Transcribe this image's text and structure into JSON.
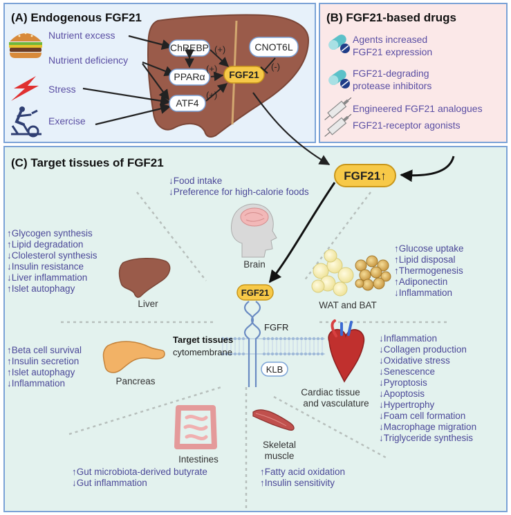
{
  "panelA": {
    "title": "(A) Endogenous FGF21",
    "inputs": [
      "Nutrient excess",
      "Nutrient deficiency",
      "Stress",
      "Exercise"
    ],
    "nodes": {
      "chrebp": "ChREBP",
      "ppar": "PPARα",
      "atf4": "ATF4",
      "fgf21": "FGF21",
      "cnot6l": "CNOT6L"
    },
    "signs": {
      "plus": "(+)",
      "minus": "(-)"
    }
  },
  "panelB": {
    "title": "(B) FGF21-based drugs",
    "items": [
      {
        "line1": "Agents increased",
        "line2": "FGF21 expression"
      },
      {
        "line1": "FGF21-degrading",
        "line2": "protease inhibitors"
      },
      {
        "line1": "Engineered FGF21 analogues",
        "line2": ""
      },
      {
        "line1": "FGF21-receptor agonists",
        "line2": ""
      }
    ]
  },
  "panelC": {
    "title": "(C) Target tissues of FGF21",
    "fgf21_up": "FGF21↑",
    "fgf21_receptor_ligand": "FGF21",
    "fgfr": "FGFR",
    "klb": "KLB",
    "membrane": {
      "line1": "Target tissues",
      "line2": "cytomembrane"
    },
    "brain": {
      "label": "Brain",
      "effects": [
        "↓Food intake",
        "↓Preference for high-calorie foods"
      ]
    },
    "liver": {
      "label": "Liver",
      "effects": [
        "↑Glycogen synthesis",
        "↑Lipid degradation",
        "↓Clolesterol synthesis",
        "↓Insulin resistance",
        "↓Liver inflammation",
        "↑Islet autophagy"
      ]
    },
    "fat": {
      "label": "WAT and BAT",
      "effects": [
        "↑Glucose uptake",
        "↑Lipid disposal",
        "↑Thermogenesis",
        "↑Adiponectin",
        "↓Inflammation"
      ]
    },
    "pancreas": {
      "label": "Pancreas",
      "effects": [
        "↑Beta cell survival",
        "↑Insulin secretion",
        "↑Islet autophagy",
        "↓Inflammation"
      ]
    },
    "heart": {
      "label1": "Cardiac tissue",
      "label2": "and vasculature",
      "effects": [
        "↓Inflammation",
        "↓Collagen production",
        "↓Oxidative stress",
        "↓Senescence",
        "↓Pyroptosis",
        "↓Apoptosis",
        "↓Hypertrophy",
        "↓Foam cell formation",
        "↓Macrophage migration",
        "↓Triglyceride synthesis"
      ]
    },
    "intestine": {
      "label": "Intestines",
      "effects": [
        "↑Gut microbiota-derived butyrate",
        "↓Gut inflammation"
      ]
    },
    "muscle": {
      "label1": "Skeletal",
      "label2": "muscle",
      "effects": [
        "↑Fatty acid oxidation",
        "↑Insulin sensitivity"
      ]
    }
  },
  "colors": {
    "effect_text": "#4b4898",
    "fgf21_badge": "#f7c948",
    "liver": "#9a5b4a"
  }
}
